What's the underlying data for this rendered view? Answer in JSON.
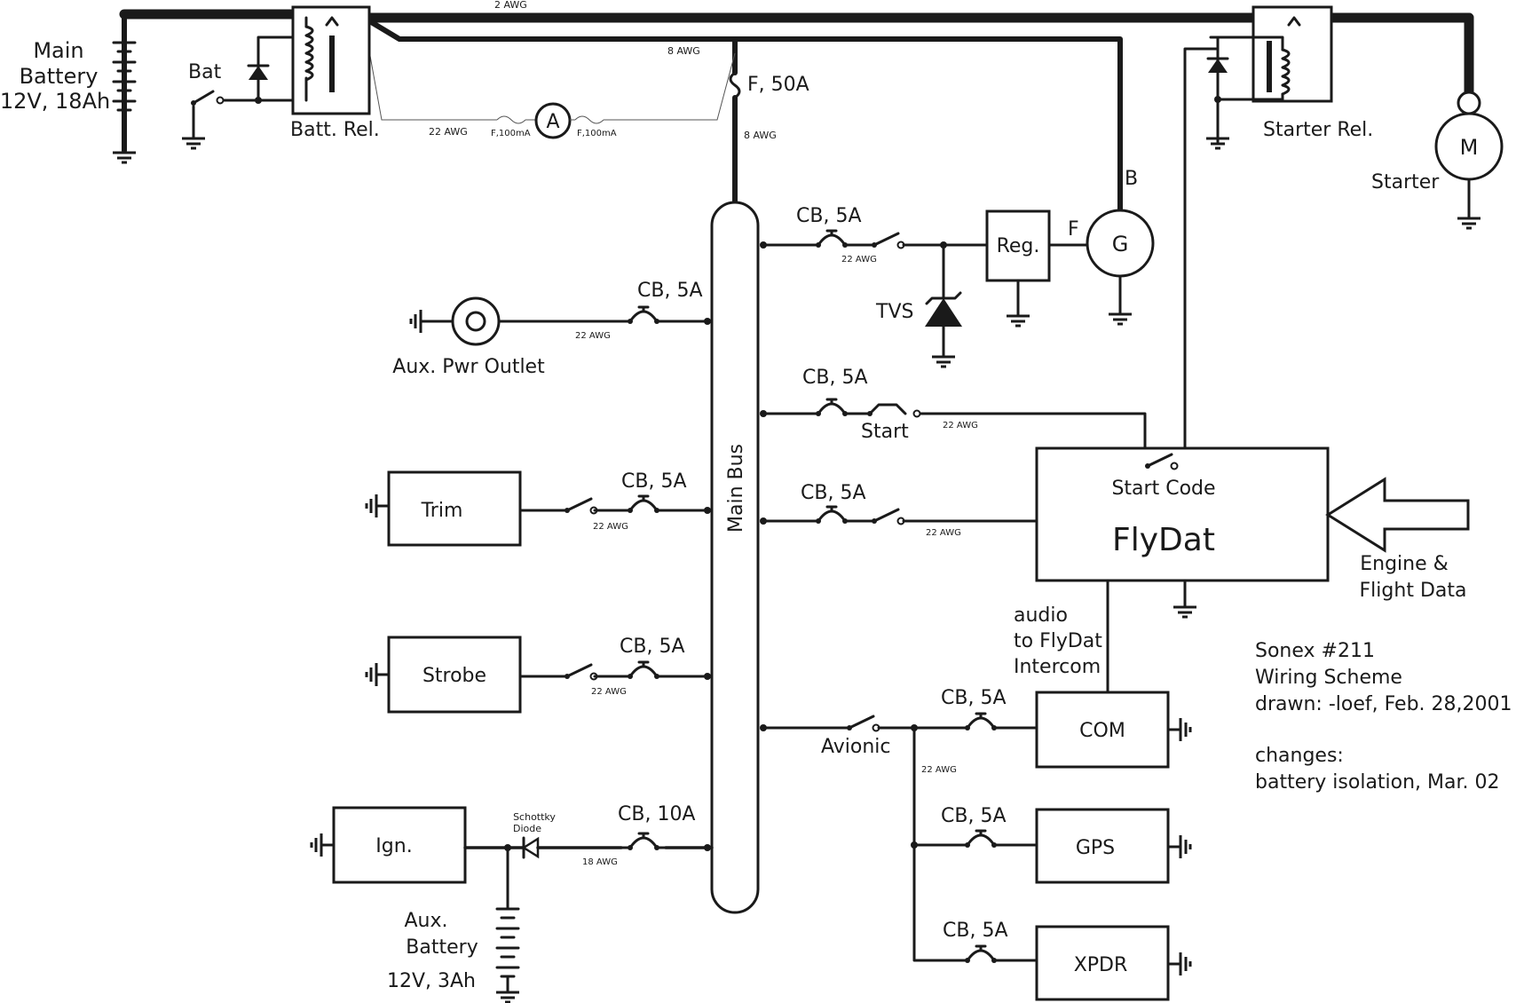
{
  "battery": {
    "main_line1": "Main",
    "main_line2": "Battery",
    "main_line3": "12V, 18Ah",
    "bat_switch": "Bat",
    "aux_line1": "Aux.",
    "aux_line2": "Battery",
    "aux_line3": "12V, 3Ah"
  },
  "relays": {
    "battery": "Batt. Rel.",
    "starter": "Starter Rel."
  },
  "wires": {
    "awg2": "2 AWG",
    "awg8_top": "8 AWG",
    "awg8_vert": "8 AWG",
    "awg22_left": "22 AWG",
    "awg22_reg": "22 AWG",
    "awg22_aux": "22 AWG",
    "awg22_start": "22 AWG",
    "awg22_code": "22 AWG",
    "awg22_trim": "22 AWG",
    "awg22_strobe": "22 AWG",
    "awg22_avionic": "22 AWG",
    "awg18": "18 AWG"
  },
  "fuses": {
    "main": "F, 50A",
    "ammeter_left": "F,100mA",
    "ammeter_right": "F,100mA"
  },
  "breakers": {
    "reg": "CB, 5A",
    "aux": "CB, 5A",
    "start": "CB, 5A",
    "trim": "CB, 5A",
    "flydat": "CB, 5A",
    "strobe": "CB, 5A",
    "ign": "CB, 10A",
    "com": "CB, 5A",
    "gps": "CB, 5A",
    "xpdr": "CB, 5A"
  },
  "components": {
    "ammeter": "A",
    "generator": "G",
    "motor": "M",
    "starter": "Starter",
    "regulator": "Reg.",
    "tvs": "TVS",
    "aux_outlet": "Aux. Pwr Outlet",
    "trim": "Trim",
    "strobe": "Strobe",
    "ignition": "Ign.",
    "schottky1": "Schottky",
    "schottky2": "Diode",
    "main_bus": "Main Bus",
    "com": "COM",
    "gps": "GPS",
    "xpdr": "XPDR",
    "gen_b": "B",
    "gen_f": "F"
  },
  "switches": {
    "start": "Start",
    "avionic": "Avionic"
  },
  "flydat": {
    "title": "FlyDat",
    "start_code": "Start Code",
    "input_line1": "Engine &",
    "input_line2": "Flight Data",
    "audio_line1": "audio",
    "audio_line2": "to FlyDat",
    "audio_line3": "Intercom"
  },
  "notes": {
    "line1": "Sonex #211",
    "line2": "Wiring Scheme",
    "line3": "drawn: -loef, Feb. 28,2001",
    "line4": "changes:",
    "line5": "battery isolation, Mar. 02"
  }
}
